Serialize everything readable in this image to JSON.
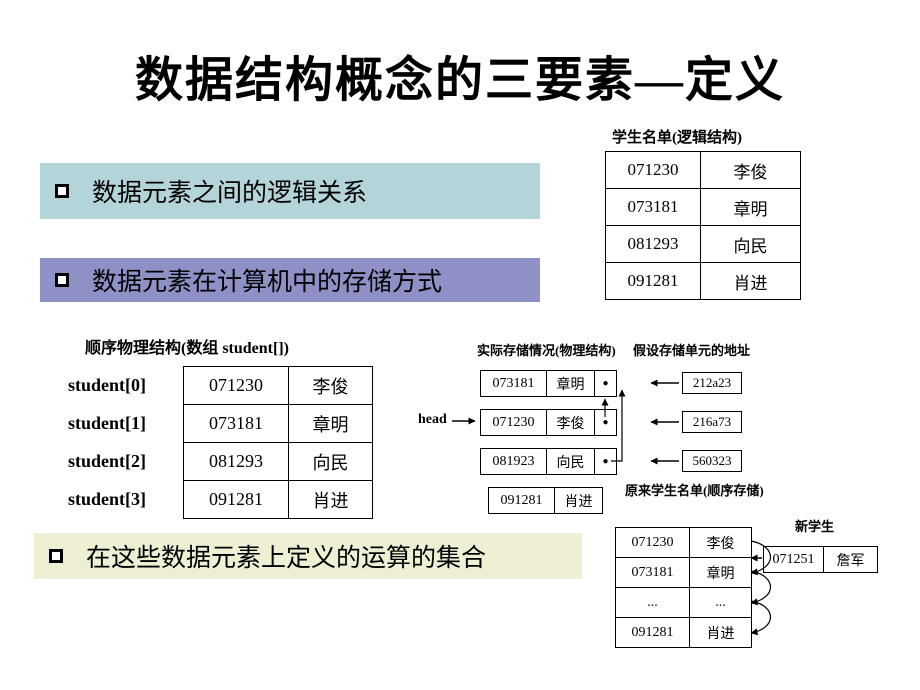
{
  "title": "数据结构概念的三要素—定义",
  "bullets": {
    "logical": "数据元素之间的逻辑关系",
    "storage": "数据元素在计算机中的存储方式",
    "operations": "在这些数据元素上定义的运算的集合"
  },
  "colors": {
    "bullet_logical_bg": "#b3d5da",
    "bullet_storage_bg": "#8e90c6",
    "bullet_operations_bg": "#eeefd3"
  },
  "logical_table": {
    "caption": "学生名单(逻辑结构)",
    "rows": [
      {
        "id": "071230",
        "name": "李俊"
      },
      {
        "id": "073181",
        "name": "章明"
      },
      {
        "id": "081293",
        "name": "向民"
      },
      {
        "id": "091281",
        "name": "肖进"
      }
    ]
  },
  "array_section": {
    "caption": "顺序物理结构(数组 student[])",
    "rows": [
      {
        "label": "student[0]",
        "id": "071230",
        "name": "李俊"
      },
      {
        "label": "student[1]",
        "id": "073181",
        "name": "章明"
      },
      {
        "label": "student[2]",
        "id": "081293",
        "name": "向民"
      },
      {
        "label": "student[3]",
        "id": "091281",
        "name": "肖进"
      }
    ]
  },
  "memory_section": {
    "caption_left": "实际存储情况(物理结构)",
    "caption_right": "假设存储单元的地址",
    "head_label": "head",
    "rows": [
      {
        "id": "073181",
        "name": "章明",
        "pointer": "●",
        "address": "212a23"
      },
      {
        "id": "071230",
        "name": "李俊",
        "pointer": "●",
        "address": "216a73"
      },
      {
        "id": "081923",
        "name": "向民",
        "pointer": "●",
        "address": "560323"
      },
      {
        "id": "091281",
        "name": "肖进"
      }
    ],
    "footer": "原来学生名单(顺序存储)"
  },
  "linked_section": {
    "rows": [
      {
        "id": "071230",
        "name": "李俊"
      },
      {
        "id": "073181",
        "name": "章明"
      },
      {
        "id": "...",
        "name": "..."
      },
      {
        "id": "091281",
        "name": "肖进"
      }
    ],
    "new_student_label": "新学生",
    "new_student": {
      "id": "071251",
      "name": "詹军"
    }
  }
}
